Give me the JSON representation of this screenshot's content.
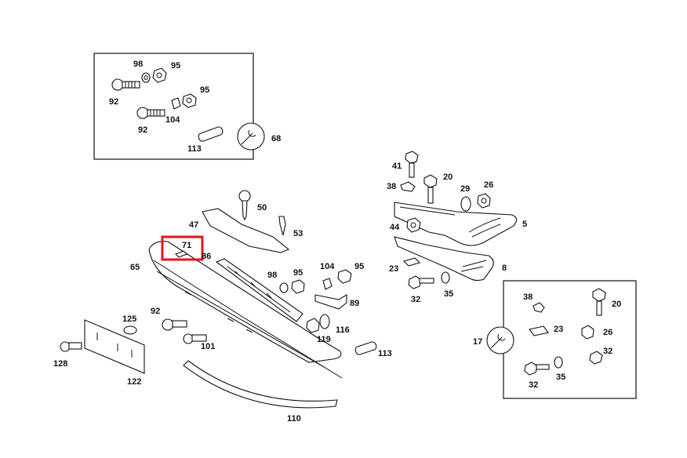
{
  "callouts": [
    {
      "id": "c98a",
      "text": "98"
    },
    {
      "id": "c95a",
      "text": "95"
    },
    {
      "id": "c95b",
      "text": "95"
    },
    {
      "id": "c92a",
      "text": "92"
    },
    {
      "id": "c92b",
      "text": "92"
    },
    {
      "id": "c104a",
      "text": "104"
    },
    {
      "id": "c113a",
      "text": "113"
    },
    {
      "id": "c68",
      "text": "68"
    },
    {
      "id": "c41",
      "text": "41"
    },
    {
      "id": "c20a",
      "text": "20"
    },
    {
      "id": "c38a",
      "text": "38"
    },
    {
      "id": "c29",
      "text": "29"
    },
    {
      "id": "c26a",
      "text": "26"
    },
    {
      "id": "c44",
      "text": "44"
    },
    {
      "id": "c5",
      "text": "5"
    },
    {
      "id": "c23a",
      "text": "23"
    },
    {
      "id": "c8",
      "text": "8"
    },
    {
      "id": "c32a",
      "text": "32"
    },
    {
      "id": "c35a",
      "text": "35"
    },
    {
      "id": "c50",
      "text": "50"
    },
    {
      "id": "c47",
      "text": "47"
    },
    {
      "id": "c53",
      "text": "53"
    },
    {
      "id": "c71",
      "text": "71"
    },
    {
      "id": "c86",
      "text": "86"
    },
    {
      "id": "c65",
      "text": "65"
    },
    {
      "id": "c104b",
      "text": "104"
    },
    {
      "id": "c95c",
      "text": "95"
    },
    {
      "id": "c98b",
      "text": "98"
    },
    {
      "id": "c95d",
      "text": "95"
    },
    {
      "id": "c89",
      "text": "89"
    },
    {
      "id": "c116",
      "text": "116"
    },
    {
      "id": "c119",
      "text": "119"
    },
    {
      "id": "c113b",
      "text": "113"
    },
    {
      "id": "c92c",
      "text": "92"
    },
    {
      "id": "c125",
      "text": "125"
    },
    {
      "id": "c101",
      "text": "101"
    },
    {
      "id": "c128",
      "text": "128"
    },
    {
      "id": "c122",
      "text": "122"
    },
    {
      "id": "c110",
      "text": "110"
    },
    {
      "id": "c38b",
      "text": "38"
    },
    {
      "id": "c20b",
      "text": "20"
    },
    {
      "id": "c23b",
      "text": "23"
    },
    {
      "id": "c26b",
      "text": "26"
    },
    {
      "id": "c17",
      "text": "17"
    },
    {
      "id": "c32b",
      "text": "32"
    },
    {
      "id": "c32c",
      "text": "32"
    },
    {
      "id": "c35b",
      "text": "35"
    }
  ],
  "highlight": {
    "callout": "71",
    "color": "#e8141c"
  }
}
